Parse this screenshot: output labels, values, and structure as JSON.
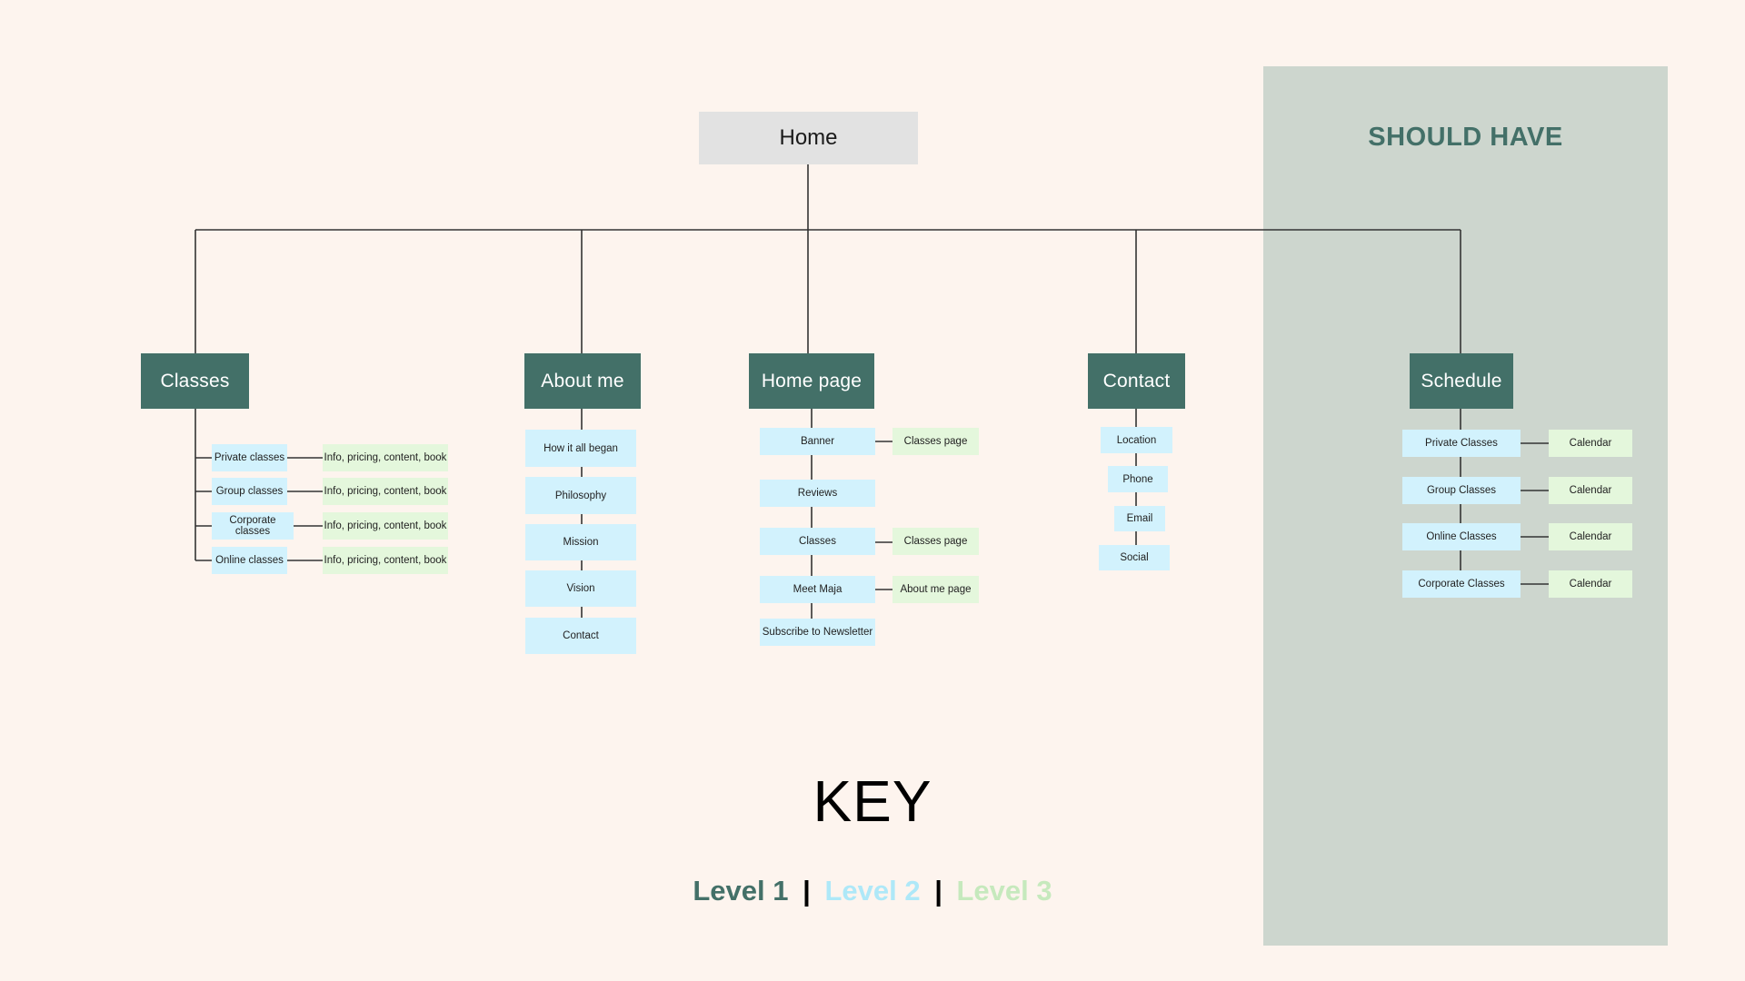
{
  "diagram": {
    "title_root": "Home",
    "should_have_label": "SHOULD HAVE",
    "key": {
      "title": "KEY",
      "level1": "Level 1",
      "level2": "Level 2",
      "level3": "Level 3",
      "separator": "|",
      "colors": {
        "level1": "#437068",
        "level2": "#AEE8F8",
        "level3": "#C6E9BD",
        "background": "#FDF4EE",
        "should_have_panel": "#CDD6CE",
        "root_box": "#E2E2E2",
        "level2_box": "#D2F2FD",
        "level3_box": "#E4F7DC"
      }
    }
  },
  "branches": {
    "classes": {
      "label": "Classes",
      "children": [
        {
          "label": "Private classes",
          "detail": "Info, pricing, content, book"
        },
        {
          "label": "Group classes",
          "detail": "Info, pricing, content, book"
        },
        {
          "label": "Corporate classes",
          "detail": "Info, pricing, content, book"
        },
        {
          "label": "Online classes",
          "detail": "Info, pricing, content, book"
        }
      ]
    },
    "about_me": {
      "label": "About me",
      "children": [
        {
          "label": "How it all began"
        },
        {
          "label": "Philosophy"
        },
        {
          "label": "Mission"
        },
        {
          "label": "Vision"
        },
        {
          "label": "Contact"
        }
      ]
    },
    "home_page": {
      "label": "Home page",
      "children": [
        {
          "label": "Banner",
          "detail": "Classes page"
        },
        {
          "label": "Reviews"
        },
        {
          "label": "Classes",
          "detail": "Classes page"
        },
        {
          "label": "Meet Maja",
          "detail": "About me page"
        },
        {
          "label": "Subscribe to Newsletter"
        }
      ]
    },
    "contact": {
      "label": "Contact",
      "children": [
        {
          "label": "Location"
        },
        {
          "label": "Phone"
        },
        {
          "label": "Email"
        },
        {
          "label": "Social"
        }
      ]
    },
    "schedule": {
      "label": "Schedule",
      "children": [
        {
          "label": "Private Classes",
          "detail": "Calendar"
        },
        {
          "label": "Group Classes",
          "detail": "Calendar"
        },
        {
          "label": "Online Classes",
          "detail": "Calendar"
        },
        {
          "label": "Corporate Classes",
          "detail": "Calendar"
        }
      ]
    }
  }
}
